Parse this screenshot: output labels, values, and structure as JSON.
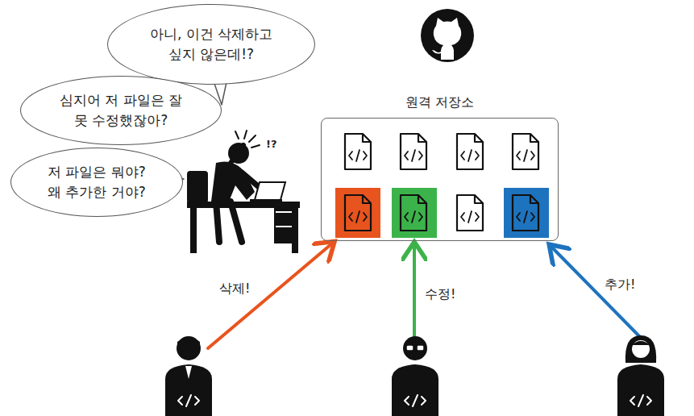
{
  "diagram": {
    "nodes": [
      {
        "text": [
          "아니, 이건 삭제하고 싶지 않은데!?"
        ]
      },
      {
        "text": [
          "심지어 저 파일은 잘못 수정했잖아?"
        ]
      },
      {
        "text": [
          "원격 저장소"
        ]
      },
      {
        "text": [
          "저 파일은 뭐야? 왜 추가한 거야?"
        ]
      }
    ],
    "edges": [],
    "labels": [
      "!?",
      "삭제!",
      "수정!",
      "추가!"
    ]
  }
}
